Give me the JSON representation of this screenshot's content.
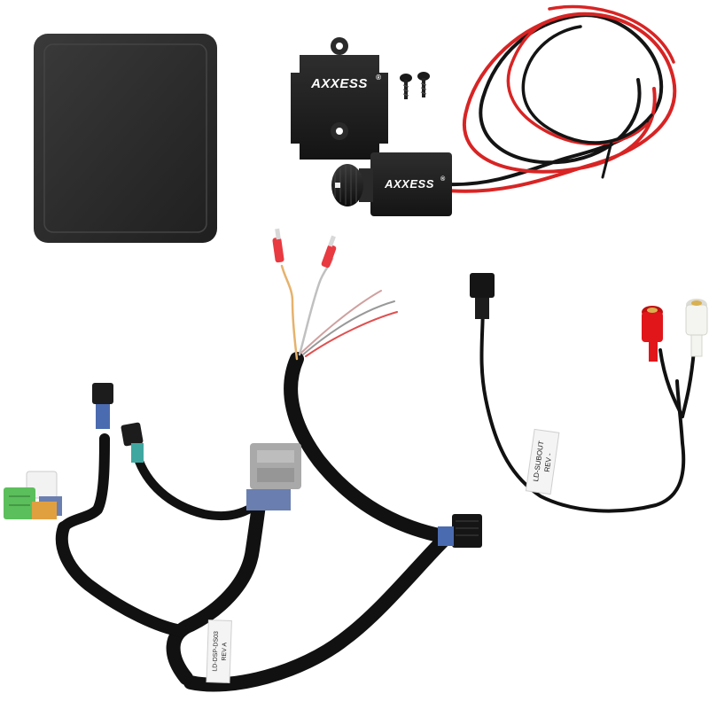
{
  "product": {
    "brand_logo_text": "AXXESS",
    "registered_mark": "®",
    "harness_tag_main": "LD-DSP-DS03",
    "harness_tag_main_rev": "REV A",
    "harness_tag_sub": "LD-SUBOUT",
    "harness_tag_sub_rev": "REV -"
  },
  "colors": {
    "pad": "#2b2b2b",
    "module": "#1e1e1e",
    "wire_red": "#d82424",
    "wire_black": "#141414",
    "harness_loom": "#111111",
    "connector_gray": "#a9a9a9",
    "connector_white": "#f2f2f2",
    "connector_green": "#5bbf5b",
    "rca_red": "#e0161b",
    "rca_white": "#f4f4f0",
    "spade_red": "#e83a40"
  },
  "icons": {
    "screw": "screw-icon",
    "knob": "knob-icon"
  }
}
